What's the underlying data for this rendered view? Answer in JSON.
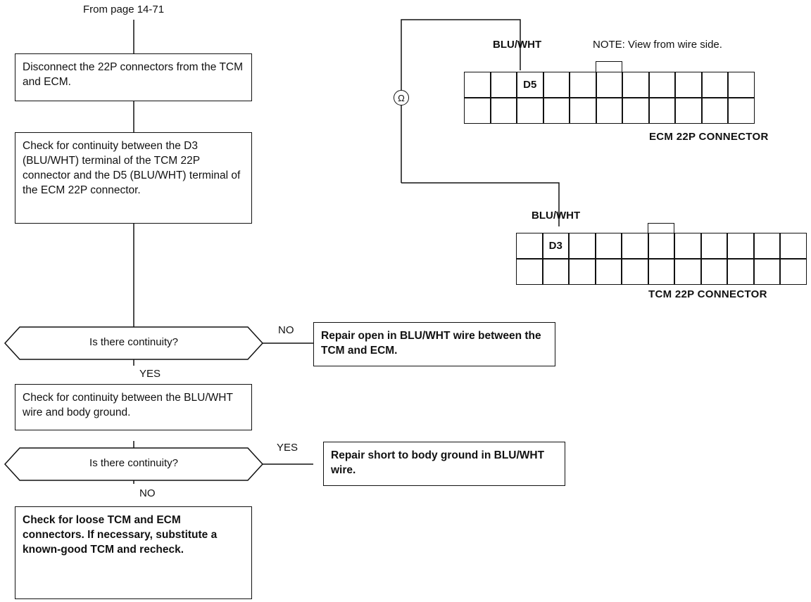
{
  "from_page": "From page 14-71",
  "steps": {
    "disconnect": "Disconnect the 22P connectors from the TCM and ECM.",
    "check_continuity": "Check for continuity between the D3 (BLU/WHT) terminal of the TCM 22P connector and the D5 (BLU/WHT) terminal of the ECM 22P connector.",
    "check_ground": "Check for continuity between the BLU/WHT wire and body ground.",
    "final": "Check for loose TCM and ECM connectors. If necessary, substitute a known-good TCM and recheck."
  },
  "decisions": {
    "q1": "Is there continuity?",
    "q2": "Is there continuity?"
  },
  "branches": {
    "q1_no": "NO",
    "q1_yes": "YES",
    "q2_yes": "YES",
    "q2_no": "NO"
  },
  "repairs": {
    "open": "Repair open in BLU/WHT wire between the TCM and ECM.",
    "short": "Repair short to body ground in BLU/WHT wire."
  },
  "diagram": {
    "ecm_wire": "BLU/WHT",
    "tcm_wire": "BLU/WHT",
    "note": "NOTE: View from wire side.",
    "ecm_terminal": "D5",
    "tcm_terminal": "D3",
    "ecm_label": "ECM 22P CONNECTOR",
    "tcm_label": "TCM 22P CONNECTOR",
    "meter_symbol": "Ω"
  }
}
